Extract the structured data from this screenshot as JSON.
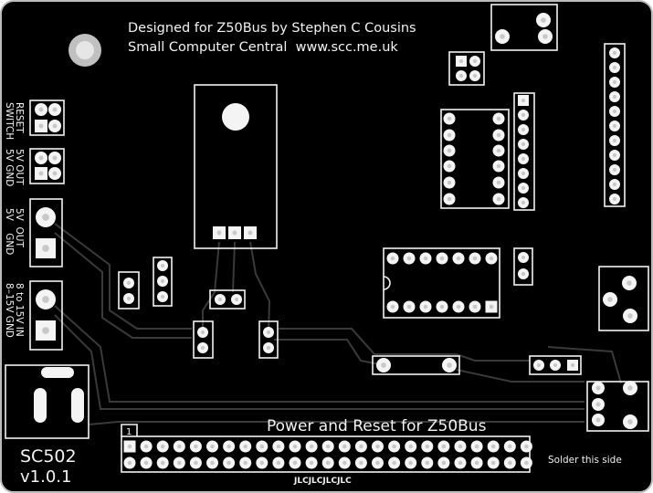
{
  "board": {
    "name": "SC502",
    "version": "v1.0.1",
    "credit_line": "Designed for Z50Bus by Stephen C Cousins",
    "site_line": "Small Computer Central  www.scc.me.uk",
    "title": "Power and Reset for Z50Bus",
    "solder_note": "Solder this side",
    "fab_mark": "JLCJLCJLCJLC",
    "pin1_label": "1",
    "colors": {
      "board": "#000000",
      "silkscreen": "#f2f2f2",
      "trace": "#3a3a3a",
      "hole": "#c8c8c8"
    }
  },
  "labels": {
    "reset_switch": [
      "RESET",
      "SWITCH"
    ],
    "5v_out_header": [
      "5V OUT",
      "5V GND"
    ],
    "5v_out_terminal": [
      "5V  OUT",
      "5V    GND"
    ],
    "input_terminal": [
      "8 to 15V IN",
      "8–15V GND"
    ]
  },
  "connector": {
    "pins_per_row": 25,
    "rows": 2
  }
}
